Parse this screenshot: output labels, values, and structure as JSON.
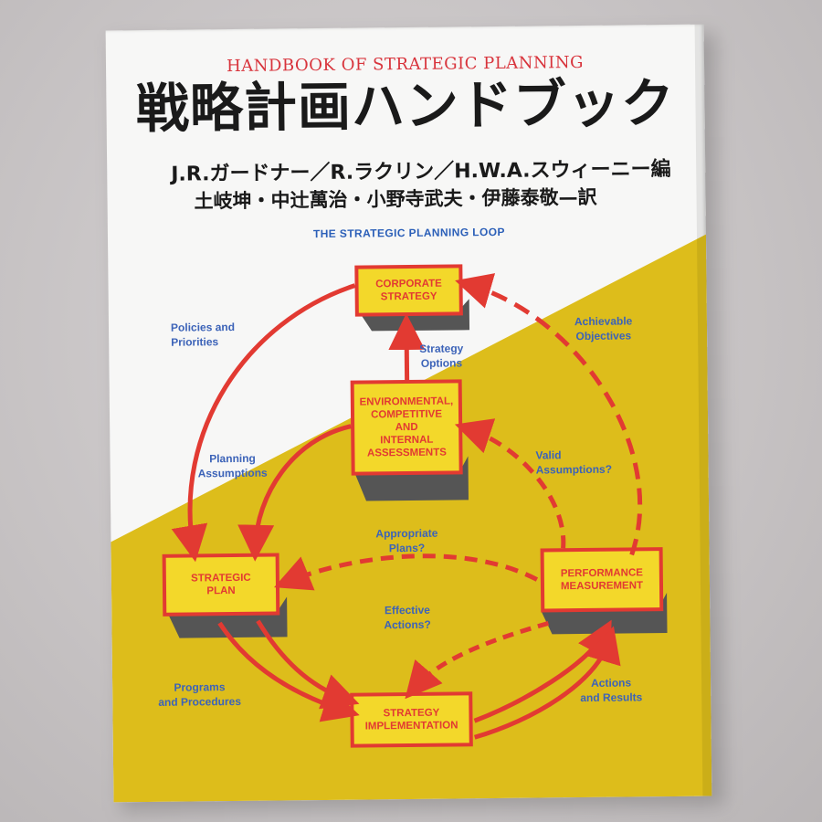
{
  "cover": {
    "en_title": "HANDBOOK OF STRATEGIC PLANNING",
    "jp_title": "戦略計画ハンドブック",
    "editors": "J.R.ガードナー／R.ラクリン／H.W.A.スウィーニー編",
    "translators": "土岐坤・中辻萬治・小野寺武夫・伊藤泰敬—訳"
  },
  "diagram": {
    "title": "THE STRATEGIC PLANNING LOOP",
    "nodes": {
      "corporate_strategy": "CORPORATE\nSTRATEGY",
      "environmental": "ENVIRONMENTAL,\nCOMPETITIVE\nAND\nINTERNAL\nASSESSMENTS",
      "strategic_plan": "STRATEGIC\nPLAN",
      "performance_measurement": "PERFORMANCE\nMEASUREMENT",
      "strategy_implementation": "STRATEGY\nIMPLEMENTATION"
    },
    "labels": {
      "policies": "Policies and\nPriorities",
      "achievable": "Achievable\nObjectives",
      "strategy_options": "Strategy\nOptions",
      "planning_assumptions": "Planning\nAssumptions",
      "valid_assumptions": "Valid\nAssumptions?",
      "appropriate_plans": "Appropriate\nPlans?",
      "effective_actions": "Effective\nActions?",
      "programs": "Programs\nand Procedures",
      "actions_results": "Actions\nand Results"
    }
  },
  "colors": {
    "red": "#e23a32",
    "yellow": "#ddbd1b",
    "blue": "#3c63b8",
    "cover_white": "#f7f7f6",
    "background": "#c9c5c6"
  }
}
